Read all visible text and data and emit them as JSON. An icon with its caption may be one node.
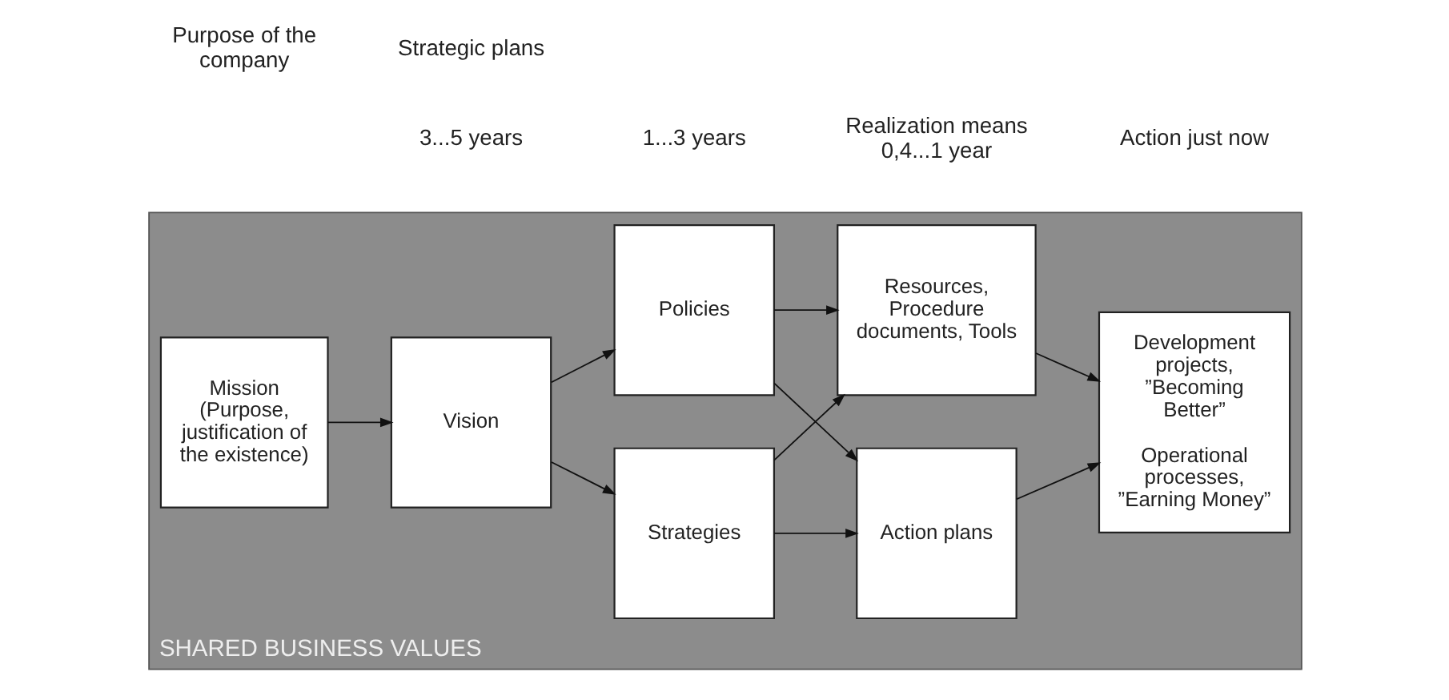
{
  "diagram": {
    "nodes": [
      {
        "text": [
          "SHARED BUSINESS VALUES"
        ]
      },
      {
        "text": [
          "Mission (Purpose, justification of the existence)"
        ],
        "in": 0
      },
      {
        "text": [
          "Vision"
        ],
        "in": 0
      },
      {
        "text": [
          "Strategies"
        ],
        "in": 0
      },
      {
        "text": [
          "Policies"
        ],
        "in": 0
      },
      {
        "text": [
          "Action plans"
        ],
        "in": 0
      },
      {
        "text": [
          "Resources, Procedure documents, Tools"
        ],
        "in": 0
      },
      {
        "text": [
          "Development projects, ”Becoming Better”",
          "Operational processes, ”Earning Money”"
        ],
        "in": 0
      }
    ],
    "edges": [
      {
        "from": 1,
        "to": 2,
        "arrow": "to"
      },
      {
        "from": 2,
        "to": 3,
        "arrow": "to"
      },
      {
        "from": 2,
        "to": 4,
        "arrow": "to"
      },
      {
        "from": 3,
        "to": 5,
        "arrow": "to"
      },
      {
        "from": 3,
        "to": 6,
        "arrow": "to"
      },
      {
        "from": 4,
        "to": 5,
        "arrow": "to"
      },
      {
        "from": 4,
        "to": 6,
        "arrow": "to"
      },
      {
        "from": 5,
        "to": 7,
        "arrow": "to"
      },
      {
        "from": 6,
        "to": 7,
        "arrow": "to"
      }
    ],
    "labels": [
      "Purpose of the company",
      "Strategic plans",
      "3...5 years",
      "1...3 years",
      "Realization means 0,4...1 year",
      "Action just now"
    ]
  }
}
